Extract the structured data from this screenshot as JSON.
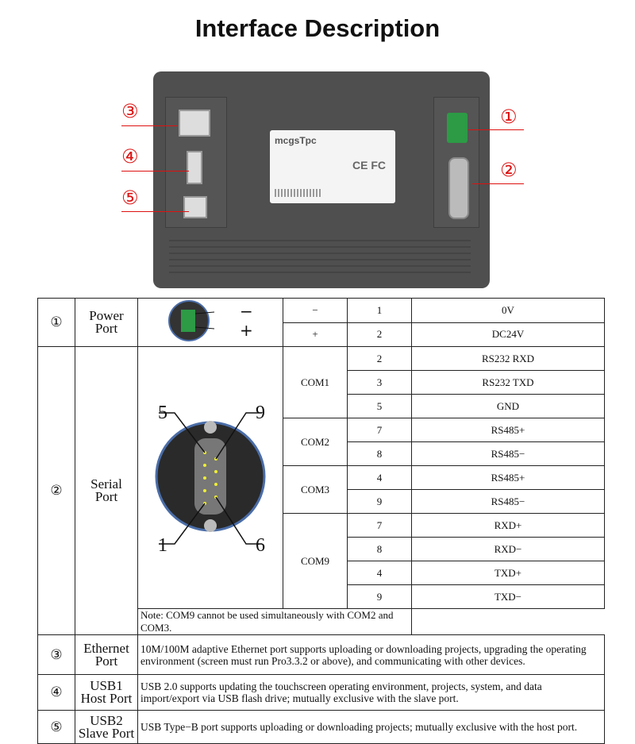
{
  "title": "Interface Description",
  "device": {
    "logo": "mcgsTpc",
    "certs": "CE FC"
  },
  "callouts": [
    "①",
    "②",
    "③",
    "④",
    "⑤"
  ],
  "power": {
    "num": "①",
    "name": "Power Port",
    "minus": "−",
    "plus": "+",
    "rows": [
      {
        "sym": "−",
        "pin": "1",
        "signal": "0V"
      },
      {
        "sym": "+",
        "pin": "2",
        "signal": "DC24V"
      }
    ]
  },
  "serial": {
    "num": "②",
    "name": "Serial Port",
    "pin_labels": [
      "5",
      "9",
      "1",
      "6"
    ],
    "groups": [
      {
        "com": "COM1",
        "rows": [
          {
            "pin": "2",
            "signal": "RS232 RXD"
          },
          {
            "pin": "3",
            "signal": "RS232 TXD"
          },
          {
            "pin": "5",
            "signal": "GND"
          }
        ]
      },
      {
        "com": "COM2",
        "rows": [
          {
            "pin": "7",
            "signal": "RS485+"
          },
          {
            "pin": "8",
            "signal": "RS485−"
          }
        ]
      },
      {
        "com": "COM3",
        "rows": [
          {
            "pin": "4",
            "signal": "RS485+"
          },
          {
            "pin": "9",
            "signal": "RS485−"
          }
        ]
      },
      {
        "com": "COM9",
        "rows": [
          {
            "pin": "7",
            "signal": "RXD+"
          },
          {
            "pin": "8",
            "signal": "RXD−"
          },
          {
            "pin": "4",
            "signal": "TXD+"
          },
          {
            "pin": "9",
            "signal": "TXD−"
          }
        ]
      }
    ],
    "note": "Note: COM9 cannot be used simultaneously with COM2 and COM3."
  },
  "ports": [
    {
      "num": "③",
      "name1": "Ethernet",
      "name2": "Port",
      "desc": "10M/100M adaptive Ethernet port supports uploading or downloading projects, upgrading the operating environment (screen must run Pro3.3.2 or above), and communicating with other devices."
    },
    {
      "num": "④",
      "name1": "USB1",
      "name2": "Host Port",
      "desc": "USB 2.0 supports updating the touchscreen operating environment, projects, system, and data import/export via USB flash drive; mutually exclusive with the slave port."
    },
    {
      "num": "⑤",
      "name1": "USB2",
      "name2": "Slave Port",
      "desc": "USB Type−B port supports uploading or downloading projects; mutually exclusive with the host port."
    }
  ]
}
